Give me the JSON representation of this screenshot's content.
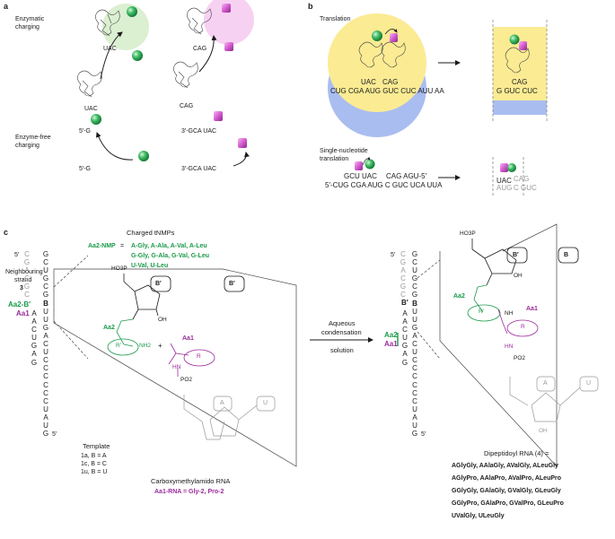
{
  "panel_a": {
    "label": "a",
    "enzymatic_label_1": "Enzymatic",
    "enzymatic_label_2": "charging",
    "enzyme_free_label_1": "Enzyme-free",
    "enzyme_free_label_2": "charging",
    "uac_top": "UAC",
    "cag_top": "CAG",
    "uac_bottom": "UAC",
    "cag_bottom": "CAG",
    "five_g_top": "5′-G",
    "five_g_bottom": "5′-G",
    "three_gca_top": "3′-GCA UAC",
    "three_gca_bottom": "3′-GCA UAC"
  },
  "panel_b": {
    "label": "b",
    "translation_label": "Translation",
    "uac": "UAC",
    "cag": "CAG",
    "mrna": "CUG CGA AUG GUC CUC AUU AA",
    "result_cag": "CAG",
    "result_seq": "G GUC CUC",
    "sn_label_1": "Single-nucleotide",
    "sn_label_2": "translation",
    "sn_top": "GCU UAC",
    "sn_top_right": "CAG AGU-5′",
    "sn_bottom": "5′-CUG CGA AUG C GUC UCA UUA",
    "sn_uac": "UAC",
    "sn_gray_cag": "CAG",
    "sn_gray_aug": "AUG",
    "sn_gray_cguc": "C GUC"
  },
  "panel_c": {
    "label": "c",
    "five_prime": "5′",
    "neighbouring_1": "Neighbouring",
    "neighbouring_2": "strand",
    "strand_number": "3",
    "left_strand": [
      "C",
      "G",
      "A",
      "C",
      "G",
      "C",
      "",
      "",
      "A",
      "A",
      "C",
      "U",
      "G",
      "A",
      "G"
    ],
    "right_strand": [
      "G",
      "C",
      "U",
      "G",
      "C",
      "G",
      "B",
      "U",
      "U",
      "G",
      "A",
      "C",
      "U",
      "C",
      "C",
      "C",
      "C",
      "C",
      "C",
      "U",
      "A",
      "U",
      "G"
    ],
    "aa2b": "Aa2-B′",
    "aa1": "Aa1",
    "template_label": "Template",
    "template_1a": "1a, B = A",
    "template_1c": "1c, B = C",
    "template_1u": "1u, B = U",
    "five_prime_bottom": "5′",
    "charged_title": "Charged tNMPs",
    "aa2_nmp": "Aa2-NMP",
    "equals": "=",
    "tnmp_rows": [
      "A-Gly, A-Ala, A-Val, A-Leu",
      "G-Gly, G-Ala, G-Val, G-Leu",
      "U-Val, U-Leu"
    ],
    "ho3p": "HO3P",
    "b_prime": "B′",
    "oh": "OH",
    "aa2_struct": "Aa2",
    "r_prime": "R′",
    "nh2": "NH2",
    "plus": "+",
    "aa1_struct": "Aa1",
    "r": "R",
    "hn": "HN",
    "po2": "PO2",
    "a_box": "A",
    "u_box": "U",
    "cm_rna_label": "Carboxymethylamido RNA",
    "aa1_rna": "Aa1-RNA = Gly-2, Pro-2",
    "arrow_label_1": "Aqueous",
    "arrow_label_2": "condensation",
    "arrow_label_3": "solution",
    "right_aa2": "Aa2",
    "right_aa1": "Aa1",
    "right_b_prime": "B′",
    "right_b": "B",
    "right_left_strand": [
      "C",
      "G",
      "A",
      "C",
      "G",
      "C"
    ],
    "right_right_strand": [
      "G",
      "C",
      "U",
      "G",
      "C",
      "G",
      "B",
      "U",
      "U",
      "G",
      "A",
      "C",
      "U",
      "C",
      "C",
      "C",
      "C",
      "C",
      "C",
      "U",
      "A",
      "U",
      "G"
    ],
    "right_five_prime": "5′",
    "right_five_prime_bottom": "5′",
    "dipeptidoyl_title": "Dipeptidoyl RNA (4) =",
    "dipeptide_rows": [
      "AGlyGly, AAlaGly, AValGly, ALeuGly",
      "AGlyPro, AAlaPro, AValPro, ALeuPro",
      "GGlyGly, GAlaGly, GValGly, GLeuGly",
      "GGlyPro, GAlaPro, GValPro, GLeuPro",
      "UValGly, ULeuGly"
    ],
    "right_ho3p": "HO3P",
    "right_b_prime_struct": "B′",
    "right_b_struct": "B",
    "right_oh": "OH",
    "right_aa2_struct": "Aa2",
    "right_aa1_struct": "Aa1",
    "right_r_prime": "R′",
    "right_nh": "NH",
    "right_r": "R",
    "right_hn": "HN",
    "right_po2": "PO2",
    "right_a": "A",
    "right_u": "U",
    "right_oh2": "OH"
  },
  "colors": {
    "green": "#1a9a4a",
    "magenta": "#9b2b9b",
    "yellow": "#fbeb93",
    "blue": "#a9bdf0",
    "pink_halo": "#f6c9f0",
    "green_halo": "#d5ecc9"
  }
}
